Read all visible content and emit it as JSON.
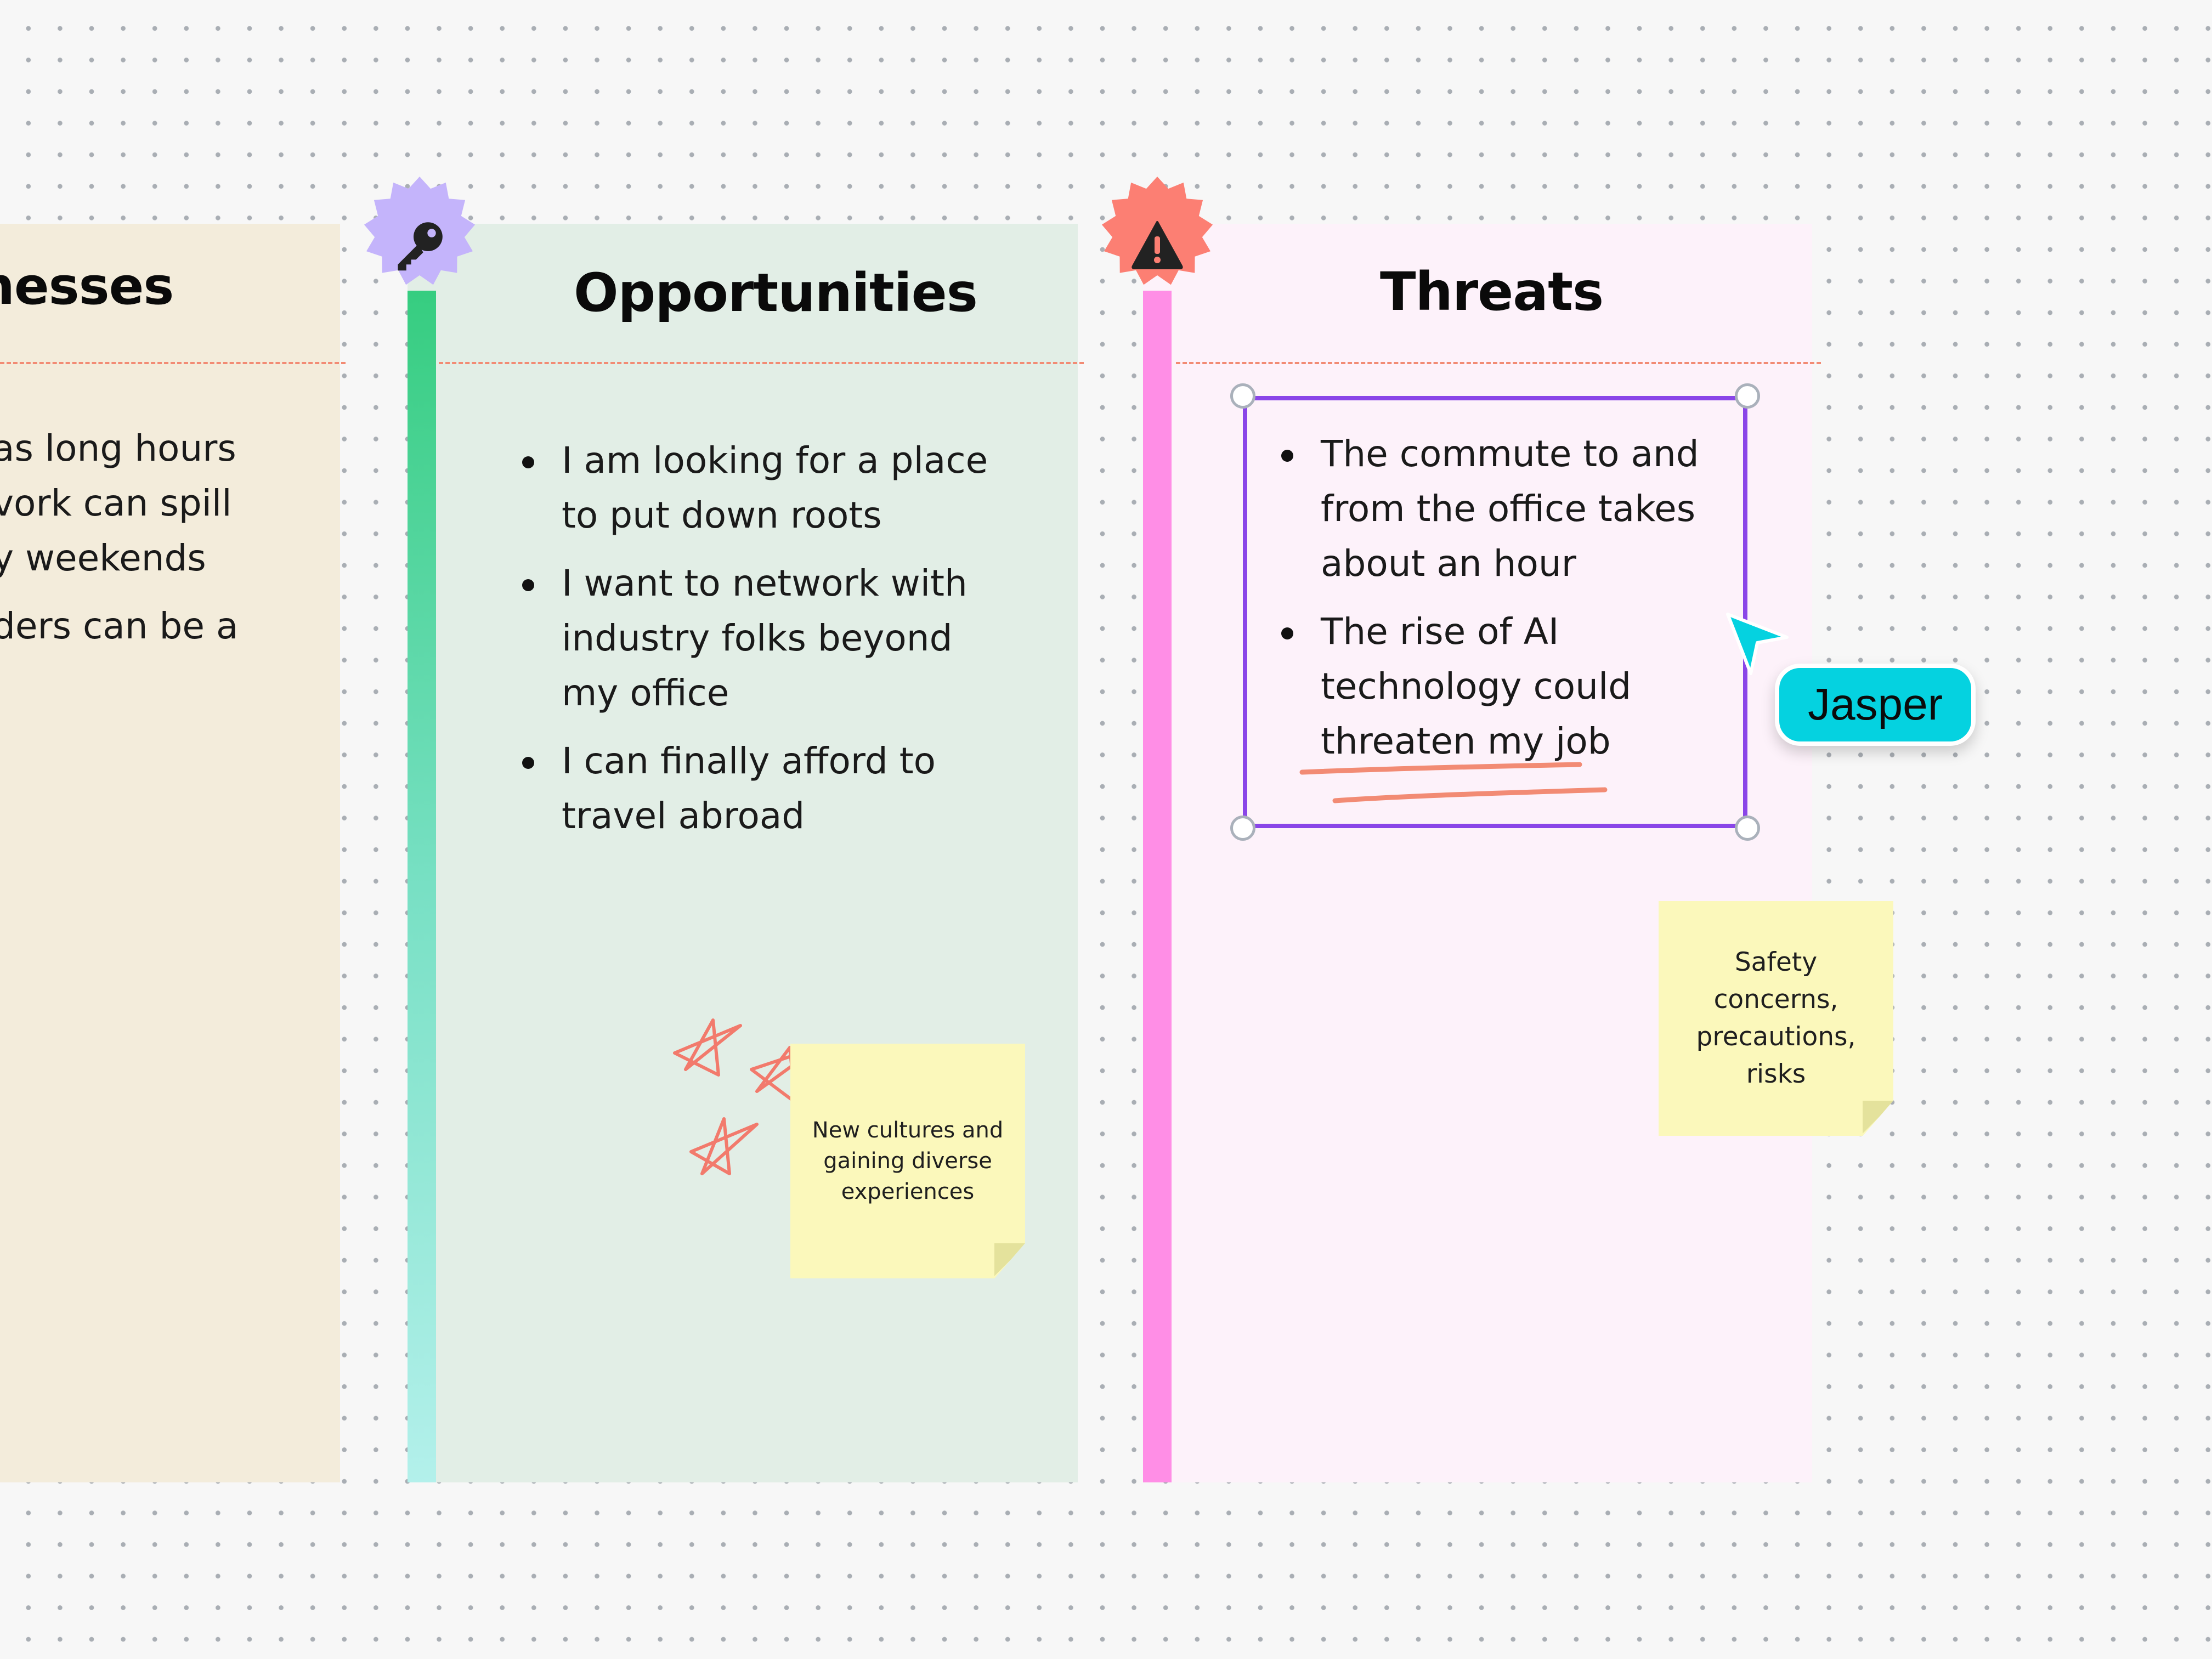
{
  "columns": {
    "weaknesses": {
      "title": "nesses",
      "lines": [
        "as long hours",
        "vork can spill",
        "y weekends",
        "ders can be a"
      ]
    },
    "opportunities": {
      "title": "Opportunities",
      "icon": "key-icon",
      "badge_color": "#c4b4fb",
      "items": [
        "I am looking for a place to put down roots",
        "I want to network with industry folks beyond my office",
        "I can finally afford to travel abroad"
      ],
      "sticky_note": "New cultures and gaining diverse experiences"
    },
    "threats": {
      "title": "Threats",
      "icon": "warning-icon",
      "badge_color": "#fc7f73",
      "items": [
        "The commute to and from the office takes about an hour",
        "The rise of AI technology could threaten my job"
      ],
      "sticky_note": "Safety concerns, precautions, risks"
    }
  },
  "collaborator": {
    "name": "Jasper",
    "color": "#05d2e0"
  },
  "accent_colors": {
    "selection": "#8a46e8",
    "annotation": "#f28b74",
    "threat_strip": "#ff8ee6"
  }
}
